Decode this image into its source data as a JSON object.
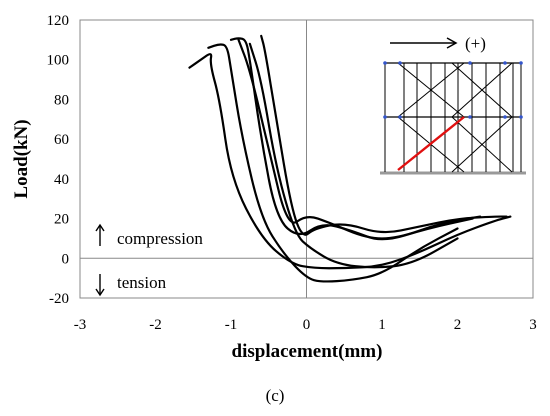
{
  "chart_data": {
    "type": "line",
    "xlabel": "displacement(mm)",
    "ylabel": "Load(kN)",
    "xlim": [
      -3,
      3
    ],
    "ylim": [
      -20,
      120
    ],
    "x_ticks": [
      "-3",
      "-2",
      "-1",
      "0",
      "1",
      "2",
      "3"
    ],
    "y_ticks": [
      "-20",
      "0",
      "20",
      "40",
      "60",
      "80",
      "100",
      "120"
    ],
    "grid": false,
    "caption": "(c)",
    "annotations": {
      "compression": "compression",
      "tension": "tension",
      "direction": "(+)"
    },
    "series": [
      {
        "x": [
          -1.55,
          -1.4,
          -1.25,
          -1.28,
          -1.15,
          -1.0,
          -0.6,
          -0.2,
          0.1,
          0.5,
          1.0,
          1.5,
          2.0,
          2.5,
          2.7
        ],
        "y": [
          96,
          100,
          104,
          98,
          80,
          40,
          10,
          -3,
          -5,
          -5,
          -4,
          3,
          12,
          19,
          21
        ]
      },
      {
        "x": [
          -1.3,
          -1.15,
          -1.05,
          -1.0,
          -0.85,
          -0.6,
          -0.3,
          0.0,
          0.2,
          0.6,
          1.0,
          1.5,
          2.0
        ],
        "y": [
          106,
          108,
          107,
          95,
          60,
          20,
          2,
          -10,
          -12,
          -11,
          -8,
          5,
          15
        ]
      },
      {
        "x": [
          -1.0,
          -0.9,
          -0.8,
          -0.75,
          -0.6,
          -0.4,
          -0.1,
          0.2,
          0.6,
          1.0,
          1.6,
          2.2
        ],
        "y": [
          110,
          111,
          110,
          100,
          60,
          20,
          10,
          18,
          14,
          8,
          15,
          20
        ]
      },
      {
        "x": [
          -0.6,
          -0.55,
          -0.4,
          -0.2,
          -0.05,
          0.1,
          0.5,
          1.0,
          1.5,
          2.0,
          2.5,
          2.65
        ],
        "y": [
          112,
          105,
          70,
          25,
          10,
          15,
          18,
          12,
          16,
          20,
          21,
          21
        ]
      },
      {
        "x": [
          -0.9,
          -0.75,
          -0.5,
          -0.25,
          0.0,
          0.3,
          0.8,
          1.2,
          1.8,
          2.3
        ],
        "y": [
          110,
          95,
          55,
          15,
          22,
          18,
          10,
          10,
          18,
          21
        ]
      },
      {
        "x": [
          -0.75,
          -0.6,
          -0.4,
          -0.15,
          0.05,
          0.4,
          0.9,
          1.4,
          2.0
        ],
        "y": [
          108,
          90,
          45,
          12,
          5,
          -3,
          -5,
          -3,
          10
        ]
      }
    ]
  },
  "colors": {
    "curve": "#000000",
    "axis": "#888888",
    "inset_member": "#000000",
    "inset_highlight": "#e01010",
    "inset_node": "#3355cc"
  }
}
